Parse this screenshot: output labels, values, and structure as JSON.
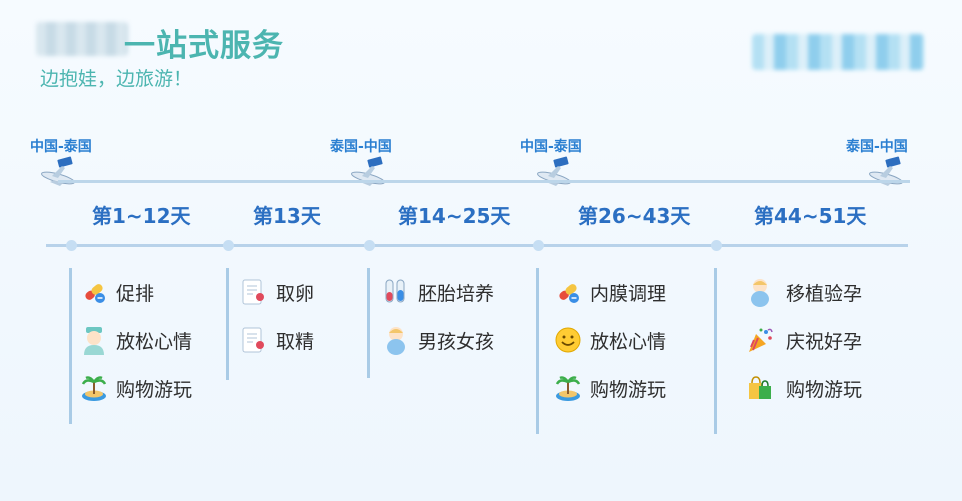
{
  "header": {
    "title": "一站式服务",
    "subtitle": "边抱娃，边旅游！"
  },
  "routes": [
    {
      "label": "中国-泰国"
    },
    {
      "label": "泰国-中国"
    },
    {
      "label": "中国-泰国"
    },
    {
      "label": "泰国-中国"
    }
  ],
  "phases": [
    {
      "label": "第1~12天",
      "items": [
        {
          "icon": "pill-icon",
          "label": "促排"
        },
        {
          "icon": "nurse-icon",
          "label": "放松心情"
        },
        {
          "icon": "island-icon",
          "label": "购物游玩"
        }
      ]
    },
    {
      "label": "第13天",
      "items": [
        {
          "icon": "document-icon",
          "label": "取卵"
        },
        {
          "icon": "document-icon",
          "label": "取精"
        }
      ]
    },
    {
      "label": "第14~25天",
      "items": [
        {
          "icon": "test-tube-icon",
          "label": "胚胎培养"
        },
        {
          "icon": "baby-icon",
          "label": "男孩女孩"
        }
      ]
    },
    {
      "label": "第26~43天",
      "items": [
        {
          "icon": "pill-icon",
          "label": "内膜调理"
        },
        {
          "icon": "smiley-icon",
          "label": "放松心情"
        },
        {
          "icon": "island-icon",
          "label": "购物游玩"
        }
      ]
    },
    {
      "label": "第44~51天",
      "items": [
        {
          "icon": "baby-icon",
          "label": "移植验孕"
        },
        {
          "icon": "party-popper-icon",
          "label": "庆祝好孕"
        },
        {
          "icon": "shopping-bag-icon",
          "label": "购物游玩"
        }
      ]
    }
  ]
}
